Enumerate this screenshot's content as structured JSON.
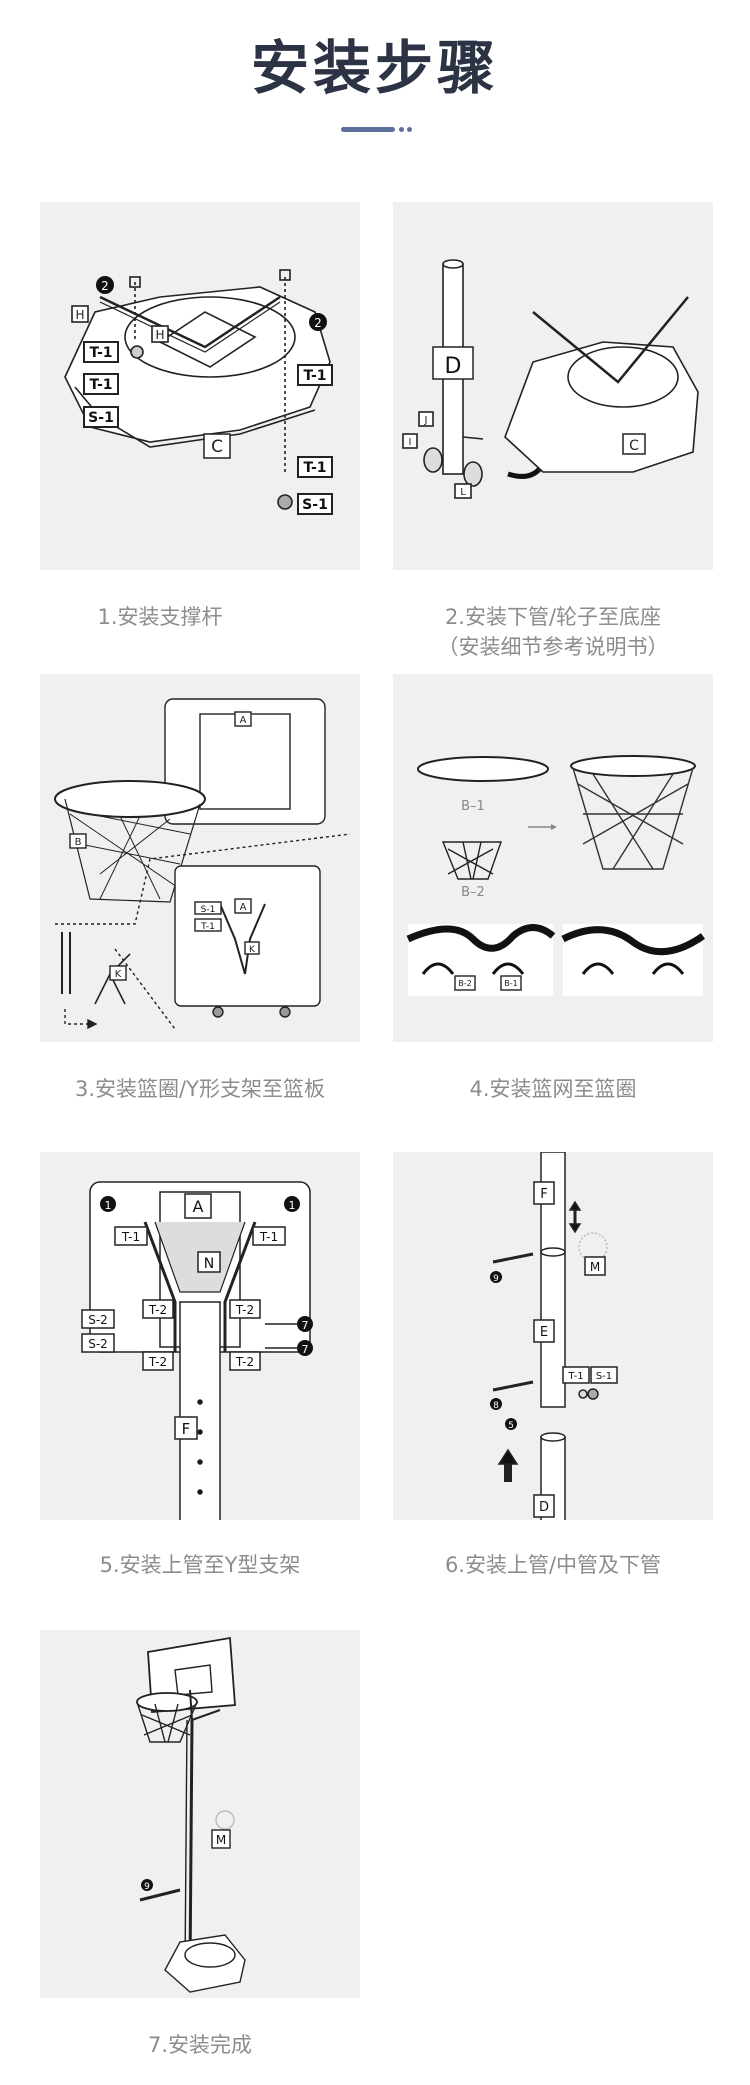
{
  "page": {
    "title": "安装步骤",
    "accent_color": "#5d6f9c",
    "title_color": "#2c3345"
  },
  "steps": [
    {
      "caption": "1.安装支撑杆",
      "labels": {
        "h1": "H",
        "h2": "H",
        "t1a": "T-1",
        "t1b": "T-1",
        "t1c": "T-1",
        "t1d": "T-1",
        "s1a": "S-1",
        "s1b": "S-1",
        "c": "C",
        "n2a": "2",
        "n2b": "2"
      }
    },
    {
      "caption": "2.安装下管/轮子至底座",
      "caption_line2": "（安装细节参考说明书）",
      "labels": {
        "d": "D",
        "j": "J",
        "i": "I",
        "l": "L",
        "c": "C"
      }
    },
    {
      "caption": "3.安装篮圈/Y形支架至篮板",
      "labels": {
        "a1": "A",
        "a2": "A",
        "b": "B",
        "k1": "K",
        "k2": "K",
        "t1": "T-1",
        "s1": "S-1"
      }
    },
    {
      "caption": "4.安装篮网至篮圈",
      "labels": {
        "b1": "B–1",
        "b2": "B–2",
        "bb1": "B-1",
        "bb2": "B-2"
      }
    },
    {
      "caption": "5.安装上管至Y型支架",
      "labels": {
        "a": "A",
        "n": "N",
        "f": "F",
        "t1": "T-1",
        "t2": "T-2",
        "s2": "S-2",
        "n1": "1",
        "n7": "7"
      }
    },
    {
      "caption": "6.安装上管/中管及下管",
      "labels": {
        "f": "F",
        "e": "E",
        "d": "D",
        "m": "M",
        "t1": "T-1",
        "s1": "S-1",
        "n9": "9",
        "n8": "8",
        "n5": "5"
      }
    },
    {
      "caption": "7.安装完成",
      "labels": {
        "m": "M",
        "n9": "9"
      }
    }
  ]
}
